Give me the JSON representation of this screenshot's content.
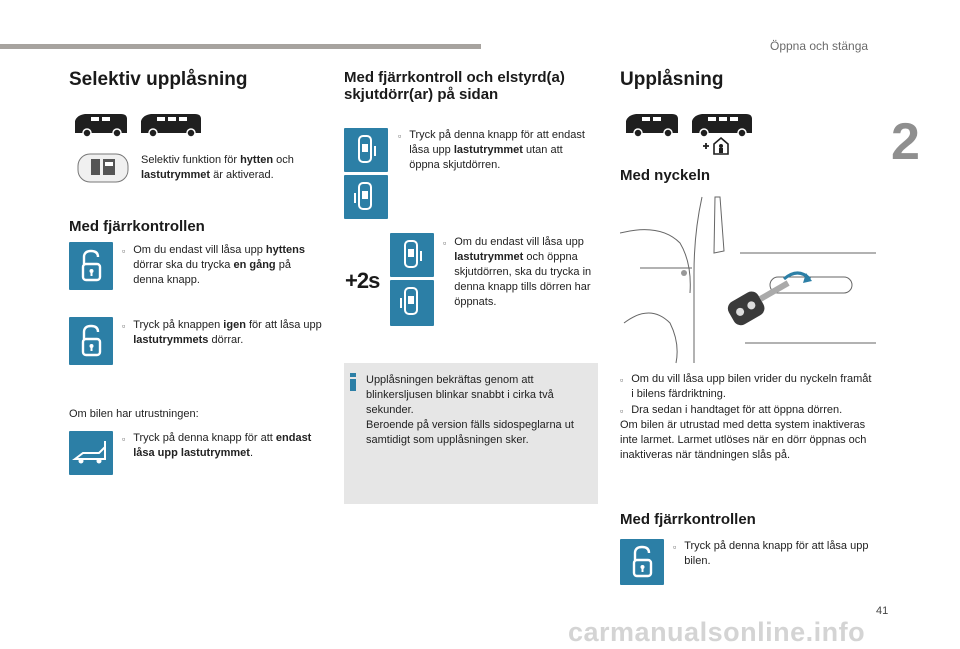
{
  "header": {
    "section": "Öppna och stänga",
    "chapter": "2"
  },
  "page_number": "41",
  "watermark": "carmanualsonline.info",
  "col1": {
    "title": "Selektiv upplåsning",
    "selective_note": [
      {
        "t": "Selektiv funktion för "
      },
      {
        "t": "hytten",
        "b": true
      },
      {
        "t": " och "
      },
      {
        "t": "lastutrymmet",
        "b": true
      },
      {
        "t": " är aktiverad."
      }
    ],
    "remote_title": "Med fjärrkontrollen",
    "bullet1": [
      {
        "t": "Om du endast vill låsa upp "
      },
      {
        "t": "hyttens",
        "b": true
      },
      {
        "t": " dörrar ska du trycka "
      },
      {
        "t": "en gång",
        "b": true
      },
      {
        "t": " på denna knapp."
      }
    ],
    "bullet2": [
      {
        "t": "Tryck på knappen "
      },
      {
        "t": "igen",
        "b": true
      },
      {
        "t": " för att låsa upp "
      },
      {
        "t": "lastutrymmets",
        "b": true
      },
      {
        "t": " dörrar."
      }
    ],
    "equipment": "Om bilen har utrustningen:",
    "bullet3": [
      {
        "t": "Tryck på denna knapp för att "
      },
      {
        "t": "endast låsa upp lastutrymmet",
        "b": true
      },
      {
        "t": "."
      }
    ]
  },
  "col2": {
    "title_line1": "Med fjärrkontroll och elstyrd(a)",
    "title_line2": "skjutdörr(ar) på sidan",
    "bullet1": [
      {
        "t": "Tryck på denna knapp för att endast låsa upp "
      },
      {
        "t": "lastutrymmet",
        "b": true
      },
      {
        "t": " utan att öppna skjutdörren."
      }
    ],
    "hold_label": "+2s",
    "bullet2": [
      {
        "t": "Om du endast vill låsa upp "
      },
      {
        "t": "lastutrymmet",
        "b": true
      },
      {
        "t": " och öppna skjutdörren, ska du trycka in denna knapp tills dörren har öppnats."
      }
    ],
    "info_p1": "Upplåsningen bekräftas genom att blinkersljusen blinkar snabbt i cirka två sekunder.",
    "info_p2": "Beroende på version fälls sidospeglarna ut samtidigt som upplåsningen sker."
  },
  "col3": {
    "title": "Upplåsning",
    "key_title": "Med nyckeln",
    "bullet1": "Om du vill låsa upp bilen vrider du nyckeln framåt i bilens färdriktning.",
    "bullet2": "Dra sedan i handtaget för att öppna dörren.",
    "para": "Om bilen är utrustad med detta system inaktiveras inte larmet. Larmet utlöses när en dörr öppnas och inaktiveras när tändningen slås på.",
    "remote_title": "Med fjärrkontrollen",
    "bullet3": "Tryck på denna knapp för att låsa upp bilen."
  },
  "icons": {
    "bullet": "square-bullet-icon",
    "unlock": "unlock-padlock-icon",
    "tailgate": "tailgate-unlock-icon",
    "sliding_door": "sliding-door-icon",
    "info": "info-icon",
    "van": "van-silhouette-icon"
  },
  "colors": {
    "key_blue": "#2c7fa6",
    "info_bg": "#e6e6e6",
    "rule": "#a7a39f"
  }
}
